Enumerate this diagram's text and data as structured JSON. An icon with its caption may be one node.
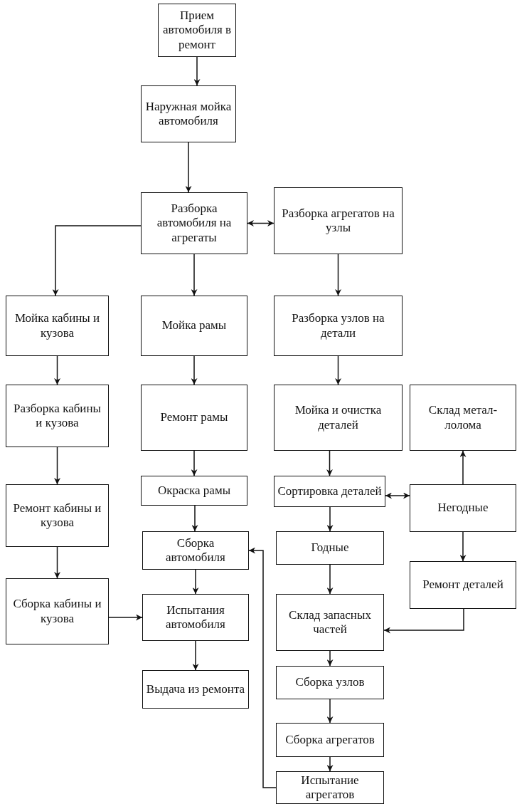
{
  "diagram": {
    "nodes": [
      {
        "text": [
          "Прием автомобиля в ремонт"
        ]
      },
      {
        "text": [
          "Наружная мойка автомобиля"
        ]
      },
      {
        "text": [
          "Разборка автомобиля на агрегаты"
        ]
      },
      {
        "text": [
          "Разборка агрегатов на узлы"
        ]
      },
      {
        "text": [
          "Мойка кабины и кузова"
        ]
      },
      {
        "text": [
          "Мойка рамы"
        ]
      },
      {
        "text": [
          "Разборка узлов на детали"
        ]
      },
      {
        "text": [
          "Разборка кабины и кузова"
        ]
      },
      {
        "text": [
          "Ремонт рамы"
        ]
      },
      {
        "text": [
          "Мойка и очистка деталей"
        ]
      },
      {
        "text": [
          "Склад метал-лолома"
        ]
      },
      {
        "text": [
          "Окраска рамы"
        ]
      },
      {
        "text": [
          "Сортировка деталей"
        ]
      },
      {
        "text": [
          "Негодные"
        ]
      },
      {
        "text": [
          "Ремонт кабины и кузова"
        ]
      },
      {
        "text": [
          "Сборка автомобиля"
        ]
      },
      {
        "text": [
          "Годные"
        ]
      },
      {
        "text": [
          "Ремонт деталей"
        ]
      },
      {
        "text": [
          "Сборка кабины и кузова"
        ]
      },
      {
        "text": [
          "Испытания автомобиля"
        ]
      },
      {
        "text": [
          "Склад запасных частей"
        ]
      },
      {
        "text": [
          "Выдача из ремонта"
        ]
      },
      {
        "text": [
          "Сборка узлов"
        ]
      },
      {
        "text": [
          "Сборка агрегатов"
        ]
      },
      {
        "text": [
          "Испытание агрегатов"
        ]
      }
    ],
    "edges": [
      {
        "from": 0,
        "to": 1,
        "arrow": "to"
      },
      {
        "from": 1,
        "to": 2,
        "arrow": "to"
      },
      {
        "from": 2,
        "to": 3,
        "arrow": "both"
      },
      {
        "from": 2,
        "to": 4,
        "arrow": "to"
      },
      {
        "from": 2,
        "to": 5,
        "arrow": "to"
      },
      {
        "from": 3,
        "to": 6,
        "arrow": "to"
      },
      {
        "from": 4,
        "to": 7,
        "arrow": "to"
      },
      {
        "from": 6,
        "to": 9,
        "arrow": "to"
      },
      {
        "from": 5,
        "to": 8,
        "arrow": "to"
      },
      {
        "from": 7,
        "to": 14,
        "arrow": "to"
      },
      {
        "from": 8,
        "to": 11,
        "arrow": "to"
      },
      {
        "from": 9,
        "to": 12,
        "arrow": "to"
      },
      {
        "from": 12,
        "to": 13,
        "arrow": "both"
      },
      {
        "from": 13,
        "to": 10,
        "arrow": "to"
      },
      {
        "from": 11,
        "to": 15,
        "arrow": "to"
      },
      {
        "from": 12,
        "to": 16,
        "arrow": "to"
      },
      {
        "from": 13,
        "to": 17,
        "arrow": "to"
      },
      {
        "from": 14,
        "to": 18,
        "arrow": "to"
      },
      {
        "from": 15,
        "to": 19,
        "arrow": "to"
      },
      {
        "from": 18,
        "to": 19,
        "arrow": "to"
      },
      {
        "from": 16,
        "to": 20,
        "arrow": "to"
      },
      {
        "from": 17,
        "to": 20,
        "arrow": "to"
      },
      {
        "from": 19,
        "to": 21,
        "arrow": "to"
      },
      {
        "from": 20,
        "to": 22,
        "arrow": "to"
      },
      {
        "from": 22,
        "to": 23,
        "arrow": "to"
      },
      {
        "from": 23,
        "to": 24,
        "arrow": "to"
      },
      {
        "from": 24,
        "to": 15,
        "arrow": "to"
      }
    ]
  }
}
